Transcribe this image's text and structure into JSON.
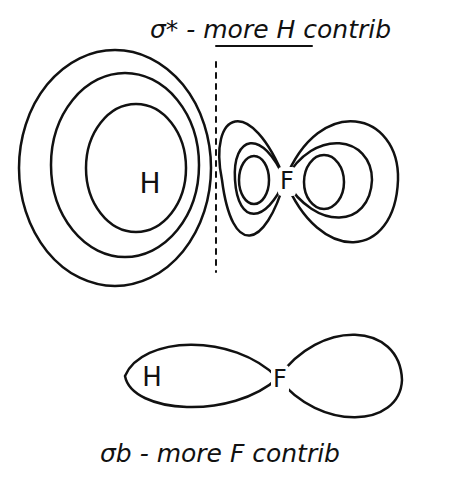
{
  "diagram": {
    "nodes": [
      {
        "text": [
          "H"
        ]
      },
      {
        "text": [
          "F"
        ]
      },
      {
        "text": [
          "H"
        ]
      },
      {
        "text": [
          "F"
        ]
      }
    ],
    "labels": [
      "σ* - more H contrib",
      "σb - more F contrib"
    ]
  }
}
